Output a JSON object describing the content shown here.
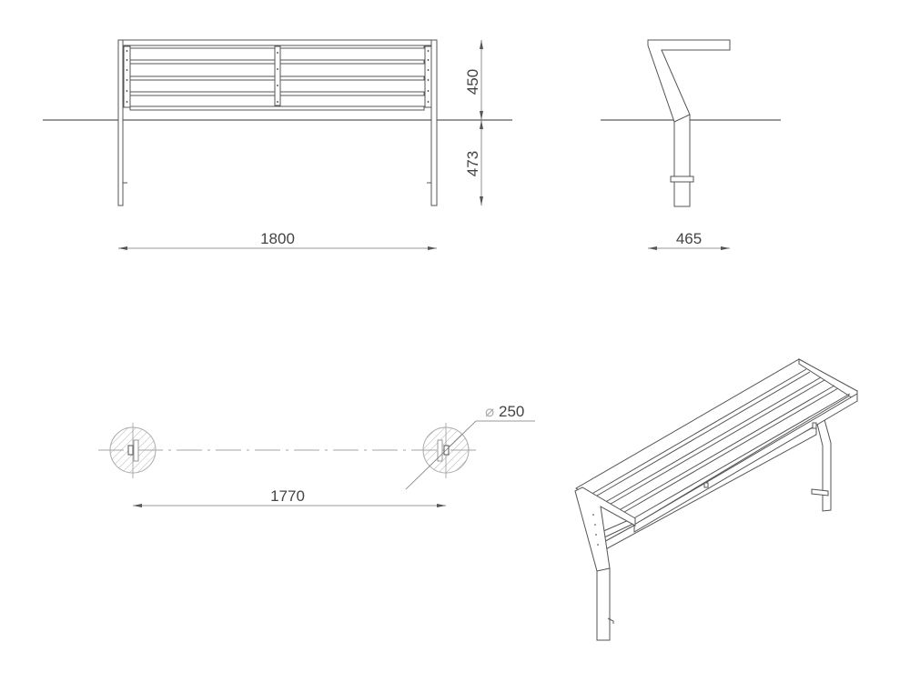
{
  "front_view": {
    "height_backrest": "450",
    "height_seat": "473",
    "width": "1800"
  },
  "side_view": {
    "depth": "465"
  },
  "plan_view": {
    "post_spacing": "1770",
    "footing_diameter": "250",
    "diameter_symbol": "⌀"
  },
  "colors": {
    "line": "#555555",
    "dimension": "#777777",
    "background": "#ffffff"
  }
}
